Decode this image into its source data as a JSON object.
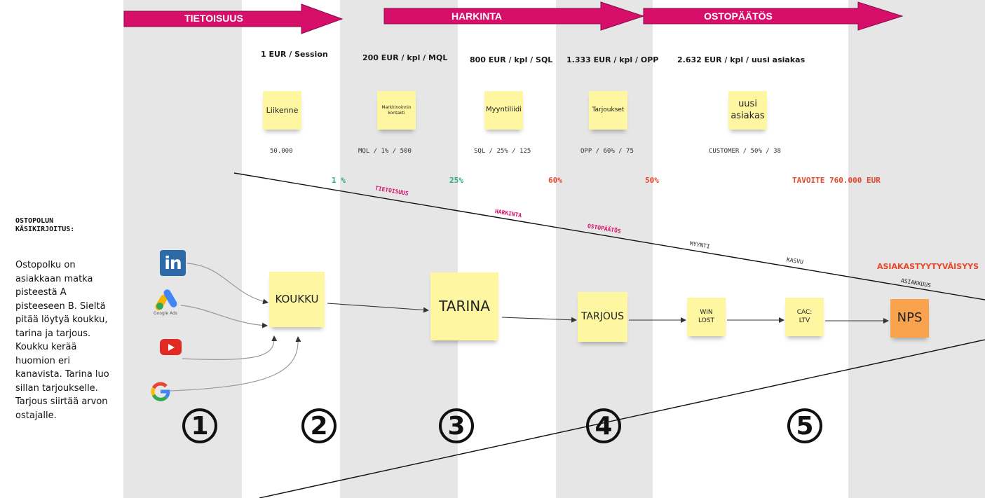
{
  "stages": [
    {
      "label": "TIETOISUUS"
    },
    {
      "label": "HARKINTA"
    },
    {
      "label": "OSTOPÄÄTÖS"
    }
  ],
  "costs": [
    "1 EUR / Session",
    "200 EUR / kpl / MQL",
    "800 EUR / kpl / SQL",
    "1.333 EUR / kpl / OPP",
    "2.632 EUR / kpl / uusi asiakas"
  ],
  "top_stickies": [
    "Liikenne",
    "Markkinoinnin kontakti",
    "Myyntiliidi",
    "Tarjoukset",
    "uusi asiakas"
  ],
  "metrics": [
    "50.000",
    "MQL / 1% / 500",
    "SQL / 25% / 125",
    "OPP / 60% / 75",
    "CUSTOMER / 50% /  38"
  ],
  "percents": [
    {
      "text": "1 %",
      "color": "#2aa889"
    },
    {
      "text": "25%",
      "color": "#2aa889"
    },
    {
      "text": "60%",
      "color": "#e8472b"
    },
    {
      "text": "50%",
      "color": "#e8472b"
    },
    {
      "text": "TAVOITE 760.000 EUR",
      "color": "#e8472b"
    }
  ],
  "funnel_labels": {
    "pink": [
      "TIETOISUUS",
      "HARKINTA",
      "OSTOPÄÄTÖS"
    ],
    "black": [
      "MYYNTI",
      "KASVU",
      "ASIAKKUUS"
    ]
  },
  "satisfaction_label": "ASIAKASTYYTYVÄISYYS",
  "flow_stickies": [
    "KOUKKU",
    "TARINA",
    "TARJOUS",
    "WIN LOST",
    "CAC: LTV",
    "NPS"
  ],
  "channels": [
    "linkedin-icon",
    "google-ads-icon",
    "youtube-icon",
    "google-icon"
  ],
  "google_ads_caption": "Google Ads",
  "step_numbers": [
    "1",
    "2",
    "3",
    "4",
    "5"
  ],
  "script": {
    "title": "OSTOPOLUN KÄSIKIRJOITUS:",
    "body": "Ostopolku on asiakkaan matka pisteestä A pisteeseen B. Sieltä pitää löytyä koukku, tarina ja tarjous. Koukku kerää huomion eri kanavista. Tarina luo sillan tarjoukselle. Tarjous siirtää arvon ostajalle."
  },
  "colors": {
    "magenta": "#d60f6b",
    "sticky": "#fef6a0",
    "orange": "#f9a34f",
    "column": "#e6e6e6"
  }
}
